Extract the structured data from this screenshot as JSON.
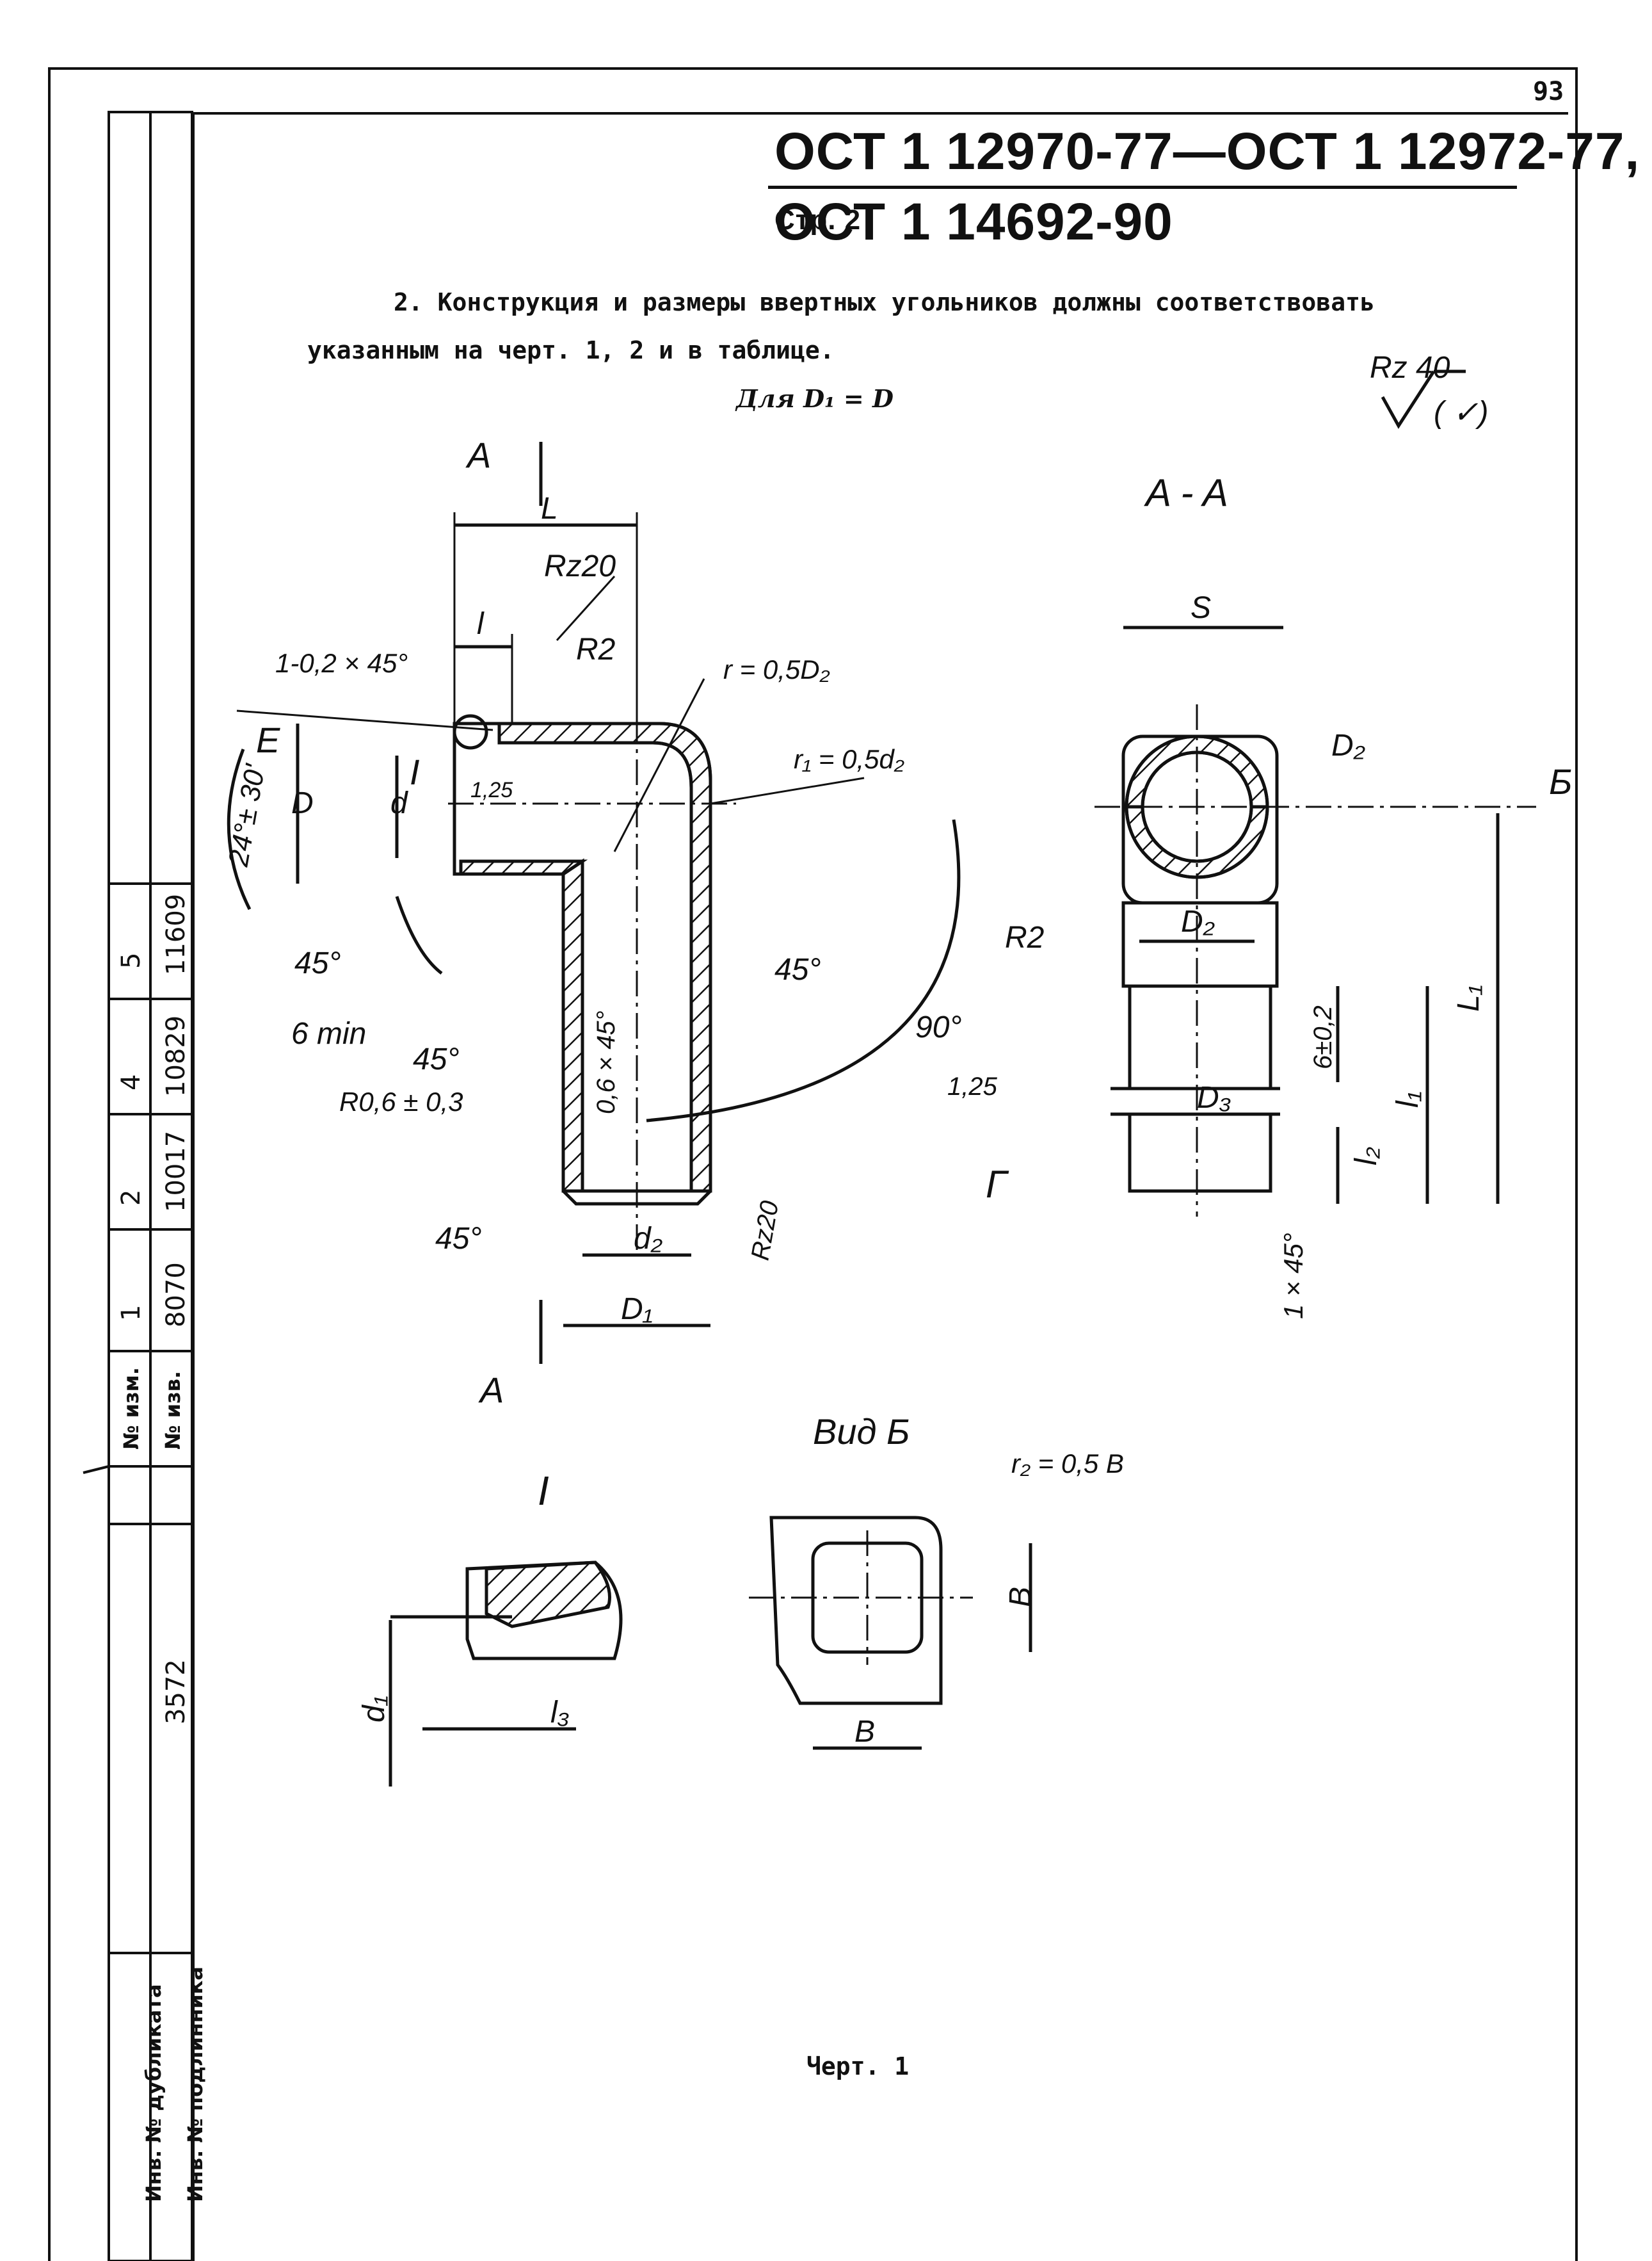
{
  "page_number": "93",
  "header": {
    "line1": "ОСТ 1 12970-77—ОСТ 1 12972-77,",
    "page_ref": "Стр. 2",
    "line2": "ОСТ 1 14692-90"
  },
  "body": {
    "paragraph_line1": "2. Конструкция и размеры ввертных угольников должны соответствовать",
    "paragraph_line2": "указанным на черт. 1, 2 и в таблице.",
    "condition": "Для D₁ = D"
  },
  "drawing": {
    "roughness_general": "Rz 40",
    "roughness_bracket": "( ✓)",
    "section_mark": "A",
    "section_title": "A - A",
    "view_title": "Вид Б",
    "detail_title": "I",
    "arrow_b": "Б",
    "labels": {
      "L": "L",
      "l": "l",
      "rz20_top": "Rz20",
      "chamfer": "1-0,2 × 45°",
      "R2": "R2",
      "r_top": "r = 0,5D₂",
      "r1": "r₁ = 0,5d₂",
      "E": "E",
      "I": "I",
      "D": "D",
      "d": "d",
      "rough_125": "1,25",
      "angle_24": "24°± 30'",
      "a45_1": "45°",
      "a45_2": "45°",
      "a45_3": "45°",
      "a45_4": "45°",
      "six_min": "6 min",
      "r06": "R0,6 ± 0,3",
      "c06": "0,6 × 45°",
      "a90": "90°",
      "d2": "d₂",
      "D1": "D₁",
      "rz20_bot": "Rz20",
      "S": "S",
      "D2_a": "D₂",
      "D2_b": "D₂",
      "R2_b": "R2",
      "D3": "D₃",
      "six02": "6±0,2",
      "L1": "L₁",
      "l1": "l₁",
      "l2": "l₂",
      "rough_125b": "1,25",
      "G": "Г",
      "c1x45": "1 × 45°",
      "r2": "r₂ = 0,5 B",
      "B_v": "B",
      "B_h": "B",
      "d1": "d₁",
      "l3": "l₃"
    }
  },
  "caption": "Черт. 1",
  "stamp": {
    "rows_top": [
      {
        "izm": "5",
        "doc": "11609"
      },
      {
        "izm": "4",
        "doc": "10829"
      },
      {
        "izm": "2",
        "doc": "10017"
      },
      {
        "izm": "1",
        "doc": "8070"
      }
    ],
    "izm_header": "№ изм.",
    "doc_header": "№ изв.",
    "inv_value": "3572",
    "inv_dup": "Инв. № дубликата",
    "inv_orig": "Инв. № подлинника"
  }
}
